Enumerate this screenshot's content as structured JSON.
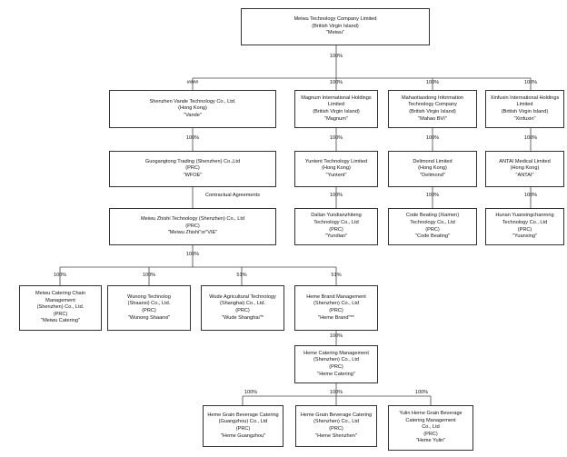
{
  "nodes": {
    "meiwu": [
      "Meiwu Technology Company Limited",
      "(British Virgin Island)",
      "\"Meiwu\""
    ],
    "vande": [
      "Shenzhen Vande Technology Co., Ltd.",
      "(Hong Kong)",
      "\"Vande\""
    ],
    "magnum": [
      "Magnum International Holdings",
      "Limited",
      "(British Virgin Island)",
      "\"Magnum\""
    ],
    "mahao": [
      "Mahaotiaodong Information",
      "Technology Company",
      "(British Virgin Island)",
      "\"Mahao BVI\""
    ],
    "xinfuxin": [
      "Xinfuxin International Holdings",
      "Limited",
      "(British Virgin Island)",
      "\"Xinfuxin\""
    ],
    "wfoe": [
      "Guogangtong Trading (Shenzhen) Co.,Ltd",
      "(PRC)",
      "\"WFOE\""
    ],
    "yuntent": [
      "Yuntent Technology Limited",
      "(Hong Kong)",
      "\"Yuntent\""
    ],
    "delimond": [
      "Delimond Limited",
      "(Hong Kong)",
      "\"Delimond\""
    ],
    "antai": [
      "ANTAI Medical Limited",
      "(Hong Kong)",
      "\"ANTAI\""
    ],
    "vie": [
      "Meiwu Zhishi Technology (Shenzhen) Co., Ltd",
      "(PRC)",
      "\"Meiwu Zhishi\"or\"VIE\""
    ],
    "yundian": [
      "Dalian Yundianzhiteng",
      "Technology Co., Ltd",
      "(PRC)",
      "\"Yundian\""
    ],
    "codebeating": [
      "Code Beating (Xiamen)",
      "Technology Co., Ltd",
      "(PRC)",
      "\"Code Beating\""
    ],
    "yuanxing": [
      "Hunan Yuanxingchanrong",
      "Technology Co., Ltd",
      "(PRC)",
      "\"Yuanxing\""
    ],
    "catering": [
      "Meiwu Catering Chain",
      "Management",
      "(Shenzhen) Co., Ltd.",
      "(PRC)",
      "\"Meiwu Catering\""
    ],
    "wunong": [
      "Wunong Technolog",
      "(Shaanxi) Co., Ltd.",
      "(PRC)",
      "\"Wunong Shaanxi\""
    ],
    "wude": [
      "Wude Agricultural Technology",
      "(Shanghai) Co., Ltd.",
      "(PRC)",
      "\"Wude Shanghai\"*"
    ],
    "hemebrand": [
      "Heme Brand Management",
      "(Shenzhen) Co., Ltd",
      "(PRC)",
      "\"Heme Brand\"**"
    ],
    "hemecatering": [
      "Heme Catering Management",
      "(Shenzhen) Co., Ltd",
      "(PRC)",
      "\"Heme Catering\""
    ],
    "guangzhou": [
      "Heme Grain Beverage Catering",
      "(Guangzhou) Co., Ltd",
      "(PRC)",
      "\"Heme Guangzhou\""
    ],
    "shenzhen": [
      "Heme Grain Beverage Catering",
      "(Shenzhen) Co., Ltd",
      "(PRC)",
      "\"Heme Shenzhen\""
    ],
    "yulin": [
      "Yulin Heme Grain Beverage",
      "Catering Management",
      "Co., Ltd",
      "(PRC)",
      "\"Heme Yulin\""
    ]
  },
  "percentages": {
    "vande": "####",
    "magnum": "100%",
    "mahao": "100%",
    "xinfuxin": "100%",
    "wfoe": "100%",
    "yuntent": "100%",
    "delimond": "100%",
    "antai": "100%",
    "yundian": "100%",
    "codebeating": "100%",
    "yuanxing": "100%",
    "top_meiwu": "100%",
    "vie_down": "100%",
    "catering": "100%",
    "wunong": "100%",
    "wude": "51%",
    "hemebrand": "51%",
    "hemecatering": "100%",
    "guangzhou": "100%",
    "shenzhen": "100%",
    "yulin": "100%"
  },
  "contractual_label": "Contractual Agreements"
}
